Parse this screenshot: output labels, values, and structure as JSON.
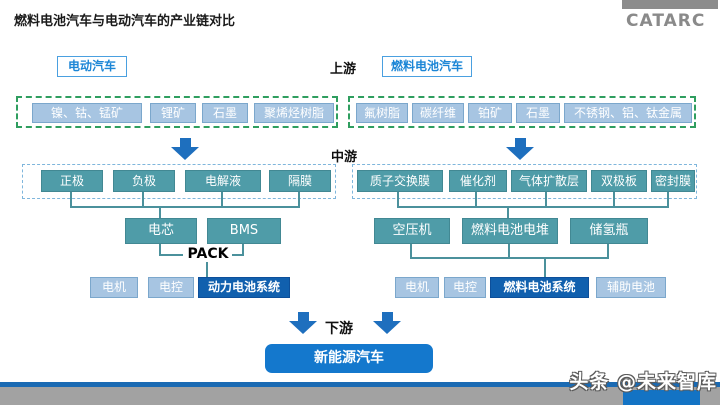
{
  "header": {
    "title": "燃料电池汽车与电动汽车的产业链对比",
    "logo": "CATARC"
  },
  "section_labels": {
    "upstream": "上游",
    "midstream": "中游",
    "downstream": "下游"
  },
  "ev": {
    "label": "电动汽车",
    "raw_materials": [
      "镍、钴、锰矿",
      "锂矿",
      "石墨",
      "聚烯烃树脂"
    ],
    "components": [
      "正极",
      "负极",
      "电解液",
      "隔膜"
    ],
    "cells": [
      "电芯",
      "BMS"
    ],
    "pack_label": "PACK",
    "systems": [
      "电机",
      "电控",
      "动力电池系统"
    ]
  },
  "fcv": {
    "label": "燃料电池汽车",
    "raw_materials": [
      "氟树脂",
      "碳纤维",
      "铂矿",
      "石墨",
      "不锈钢、铝、钛金属"
    ],
    "components": [
      "质子交换膜",
      "催化剂",
      "气体扩散层",
      "双极板",
      "密封膜"
    ],
    "stack_parts": [
      "空压机",
      "燃料电池电堆",
      "储氢瓶"
    ],
    "systems": [
      "电机",
      "电控",
      "燃料电池系统",
      "辅助电池"
    ]
  },
  "downstream_box": "新能源汽车",
  "watermark": "头条 @未来智库",
  "colors": {
    "light_blue_box": "#a7c5e2",
    "teal_box": "#4f9ca8",
    "dark_blue_box": "#1160ae",
    "arrow_blue": "#1e6fbe",
    "accent_blue": "#1478cd",
    "dashed_green": "#2f9e5f",
    "dashed_blue": "#7fb6dc",
    "gray_bar": "#a2a2a2",
    "logo_gray": "#8a8a8a"
  }
}
